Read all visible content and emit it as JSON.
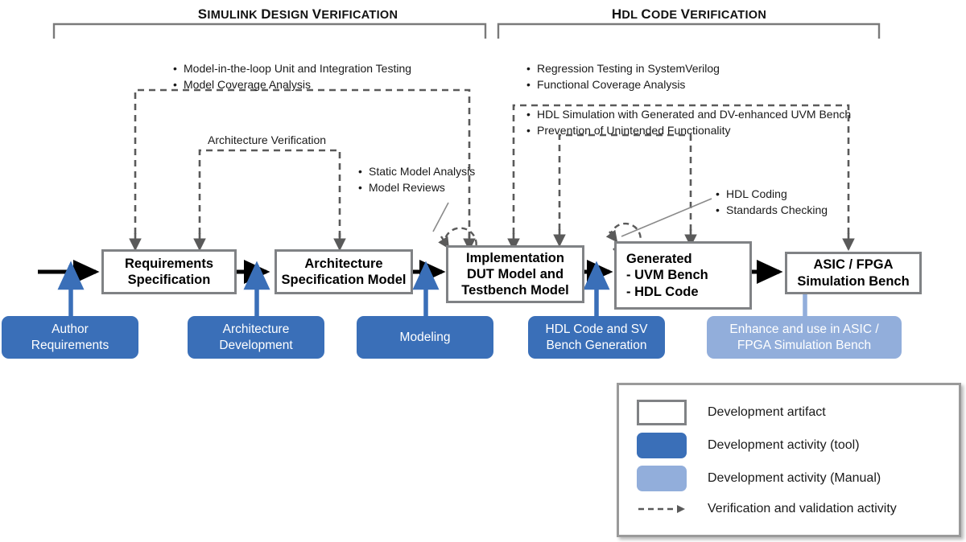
{
  "sections": [
    {
      "id": "simulink-design-verification",
      "title": "Simulink Design Verification"
    },
    {
      "id": "hdl-code-verification",
      "title": "HDL Code Verification"
    }
  ],
  "artifacts": [
    {
      "id": "requirements-specification",
      "label": "Requirements\nSpecification"
    },
    {
      "id": "architecture-specification-model",
      "label": "Architecture\nSpecification Model"
    },
    {
      "id": "implementation-dut-model-and-testbench-model",
      "label": "Implementation\nDUT Model and\nTestbench Model"
    },
    {
      "id": "generated",
      "label": "Generated\n - UVM Bench\n - HDL Code"
    },
    {
      "id": "asic-fpga-simulation-bench",
      "label": "ASIC / FPGA\nSimulation Bench"
    }
  ],
  "activities": [
    {
      "id": "author-requirements",
      "label": "Author\nRequirements",
      "kind": "tool"
    },
    {
      "id": "architecture-development",
      "label": "Architecture\nDevelopment",
      "kind": "tool"
    },
    {
      "id": "modeling",
      "label": "Modeling",
      "kind": "tool"
    },
    {
      "id": "hdl-code-and-sv-bench-generation",
      "label": "HDL Code and SV\nBench Generation",
      "kind": "tool"
    },
    {
      "id": "enhance-and-use-in-asic-fpga-simulation-bench",
      "label": "Enhance and use in ASIC /\nFPGA Simulation Bench",
      "kind": "manual"
    }
  ],
  "annotations": [
    {
      "id": "model-in-the-loop",
      "items": [
        "Model-in-the-loop Unit and Integration Testing",
        "Model Coverage Analysis"
      ]
    },
    {
      "id": "architecture-verification",
      "items": [
        "Architecture Verification"
      ],
      "bulleted": false
    },
    {
      "id": "static-model-analysis",
      "items": [
        "Static Model Analysis",
        "Model Reviews"
      ]
    },
    {
      "id": "regression-testing",
      "items": [
        "Regression Testing in SystemVerilog",
        "Functional Coverage Analysis"
      ]
    },
    {
      "id": "hdl-simulation",
      "items": [
        "HDL Simulation with Generated and DV-enhanced UVM Bench",
        "Prevention of Unintended Functionality"
      ]
    },
    {
      "id": "hdl-coding",
      "items": [
        "HDL Coding",
        "Standards Checking"
      ]
    }
  ],
  "legend": {
    "rows": [
      {
        "id": "development-artifact",
        "swatch": "artifact",
        "label": "Development  artifact"
      },
      {
        "id": "development-activity-tool",
        "swatch": "tool",
        "label": "Development  activity (tool)"
      },
      {
        "id": "development-activity-manual",
        "swatch": "manual",
        "label": "Development  activity (Manual)"
      },
      {
        "id": "verification-and-validation-activity",
        "swatch": "dashed-arrow",
        "label": "Verification and validation activity"
      }
    ]
  },
  "colors": {
    "artifact_border": "#808285",
    "activity_tool": "#3A6FB8",
    "activity_manual": "#92AEDB",
    "flow_arrow": "#000000",
    "feed_arrow": "#3A6FB8",
    "feed_arrow_manual": "#92AEDB",
    "dashed": "#5A5A5A",
    "bracket": "#7a7a7a"
  }
}
